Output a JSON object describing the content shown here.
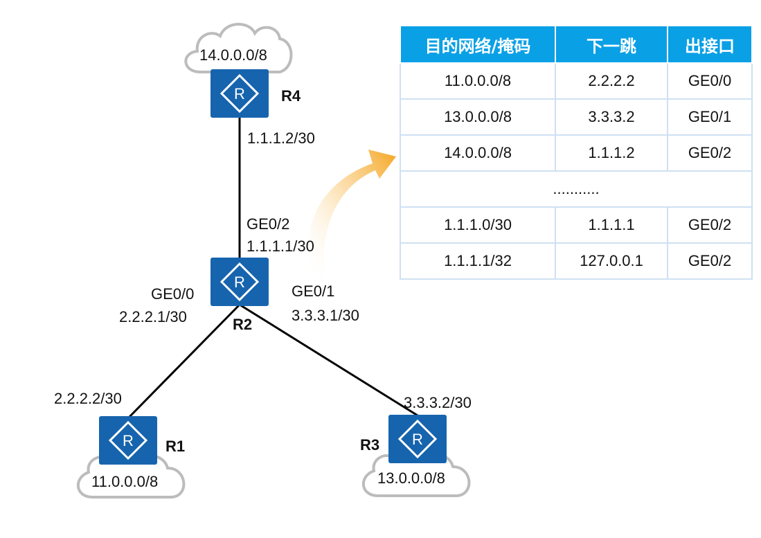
{
  "routers": {
    "r4": {
      "name": "R4",
      "network": "14.0.0.0/8",
      "link_ip": "1.1.1.2/30"
    },
    "r2": {
      "name": "R2",
      "ge02_label": "GE0/2",
      "ge02_ip": "1.1.1.1/30",
      "ge00_label": "GE0/0",
      "ge00_ip": "2.2.2.1/30",
      "ge01_label": "GE0/1",
      "ge01_ip": "3.3.3.1/30"
    },
    "r1": {
      "name": "R1",
      "network": "11.0.0.0/8",
      "link_ip": "2.2.2.2/30"
    },
    "r3": {
      "name": "R3",
      "network": "13.0.0.0/8",
      "link_ip": "3.3.3.2/30"
    }
  },
  "table": {
    "headers": [
      "目的网络/掩码",
      "下一跳",
      "出接口"
    ],
    "rows": [
      [
        "11.0.0.0/8",
        "2.2.2.2",
        "GE0/0"
      ],
      [
        "13.0.0.0/8",
        "3.3.3.2",
        "GE0/1"
      ],
      [
        "14.0.0.0/8",
        "1.1.1.2",
        "GE0/2"
      ]
    ],
    "ellipsis": "...........",
    "rows_after": [
      [
        "1.1.1.0/30",
        "1.1.1.1",
        "GE0/2"
      ],
      [
        "1.1.1.1/32",
        "127.0.0.1",
        "GE0/2"
      ]
    ]
  },
  "colors": {
    "router_fill": "#1764ae",
    "table_header": "#0aa0e6",
    "arrow": "#f5a623",
    "link": "#000000",
    "cloud_outline": "#bdbdbd"
  },
  "icons": {
    "router": "router-icon",
    "cloud": "cloud-icon",
    "arrow": "curved-arrow-icon"
  }
}
